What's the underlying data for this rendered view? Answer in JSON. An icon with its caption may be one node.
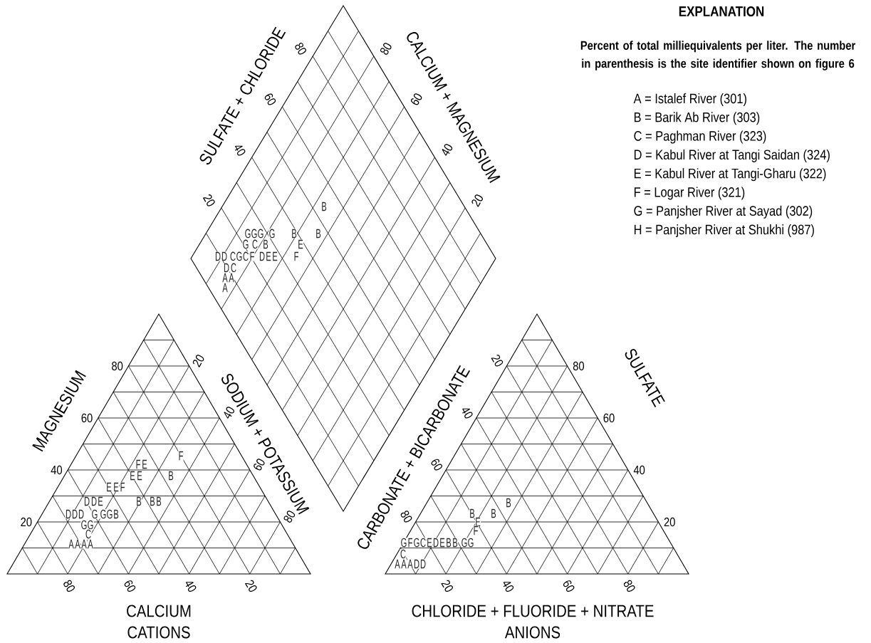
{
  "diagram": {
    "labels": [
      "EXPLANATION",
      "Percent of total milliequivalents per liter. The number in parenthesis is the site identifier shown on figure 6",
      "SULFATE + CHLORIDE",
      "CALCIUM + MAGNESIUM",
      "80",
      "60",
      "40",
      "20",
      "80",
      "60",
      "40",
      "20",
      "B",
      "G",
      "G",
      "G",
      "G",
      "B",
      "B",
      "G",
      "C",
      "B",
      "E",
      "D",
      "D",
      "C",
      "G",
      "C",
      "F",
      "D",
      "E",
      "E",
      "F",
      "D",
      "C",
      "A",
      "A",
      "A",
      "MAGNESIUM",
      "SODIUM + POTASSIUM",
      "80",
      "60",
      "40",
      "20",
      "20",
      "40",
      "60",
      "80",
      "F",
      "F",
      "E",
      "E",
      "E",
      "B",
      "E",
      "E",
      "F",
      "D",
      "D",
      "E",
      "B",
      "B",
      "B",
      "D",
      "D",
      "D",
      "G",
      "G",
      "G",
      "B",
      "G",
      "G",
      "C",
      "A",
      "A",
      "A",
      "A",
      "80",
      "60",
      "40",
      "20",
      "CALCIUM",
      "CATIONS",
      "CARBONATE + BICARBONATE",
      "SULFATE",
      "20",
      "40",
      "60",
      "80",
      "80",
      "60",
      "40",
      "20",
      "B",
      "B",
      "B",
      "E",
      "F",
      "G",
      "F",
      "G",
      "C",
      "E",
      "D",
      "E",
      "B",
      "B",
      "G",
      "G",
      "C",
      "A",
      "A",
      "A",
      "D",
      "D",
      "20",
      "40",
      "60",
      "80",
      "CHLORIDE + FLUORIDE + NITRATE",
      "ANIONS"
    ],
    "legend": [
      {
        "text": "A = Istalef River (301)"
      },
      {
        "text": "B = Barik Ab River (303)"
      },
      {
        "text": "C = Paghman River (323)"
      },
      {
        "text": "D = Kabul River at Tangi Saidan (324)"
      },
      {
        "text": "E = Kabul River at Tangi-Gharu (322)"
      },
      {
        "text": "F = Logar River (321)"
      },
      {
        "text": "G = Panjsher River at Sayad (302)"
      },
      {
        "text": "H = Panjsher River at Shukhi (987)"
      }
    ]
  }
}
